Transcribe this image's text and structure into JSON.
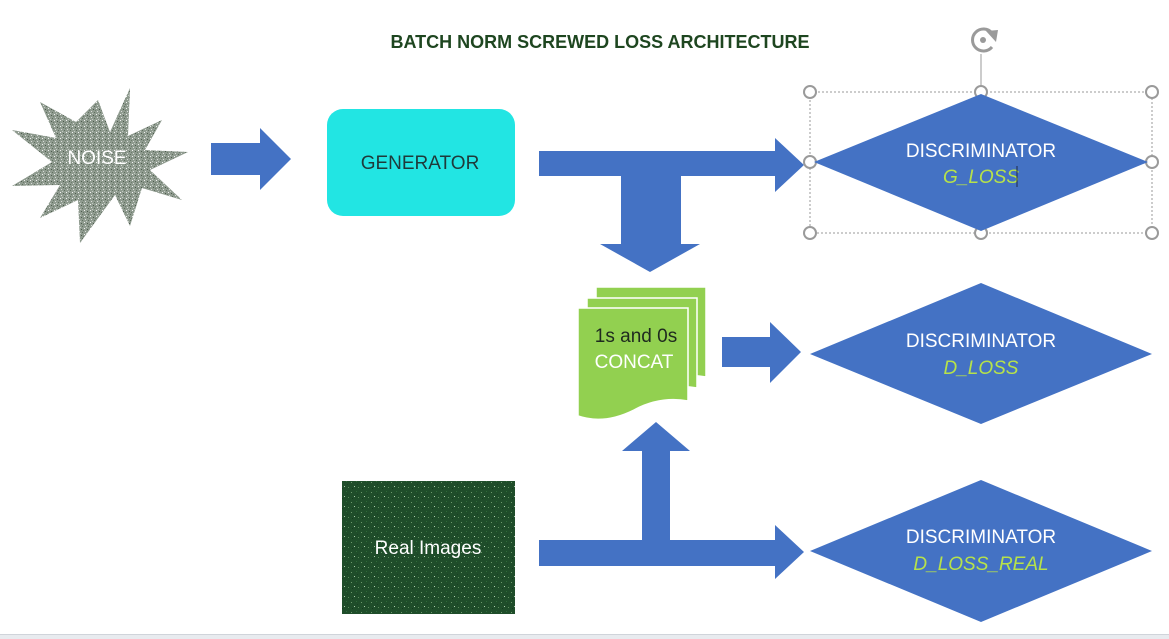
{
  "title": "BATCH NORM SCREWED LOSS ARCHITECTURE",
  "noise_label": "NOISE",
  "generator_label": "GENERATOR",
  "concat": {
    "line1": "1s and 0s",
    "line2": "CONCAT"
  },
  "real_images_label": "Real Images",
  "discriminators": [
    {
      "label": "DISCRIMINATOR",
      "loss": "G_LOSS"
    },
    {
      "label": "DISCRIMINATOR",
      "loss": "D_LOSS"
    },
    {
      "label": "DISCRIMINATOR",
      "loss": "D_LOSS_REAL"
    }
  ],
  "colors": {
    "arrow": "#4472c4",
    "diamond": "#4472c4",
    "generator_fill": "#22e5e3",
    "concat_fill": "#92d050",
    "loss_text": "#b7e24a",
    "title_text": "#1e4620",
    "noise_texture": "#8f9b8f",
    "real_images_fill": "#1f4d2a"
  },
  "icons": {
    "rotate_handle": "rotate-icon"
  }
}
